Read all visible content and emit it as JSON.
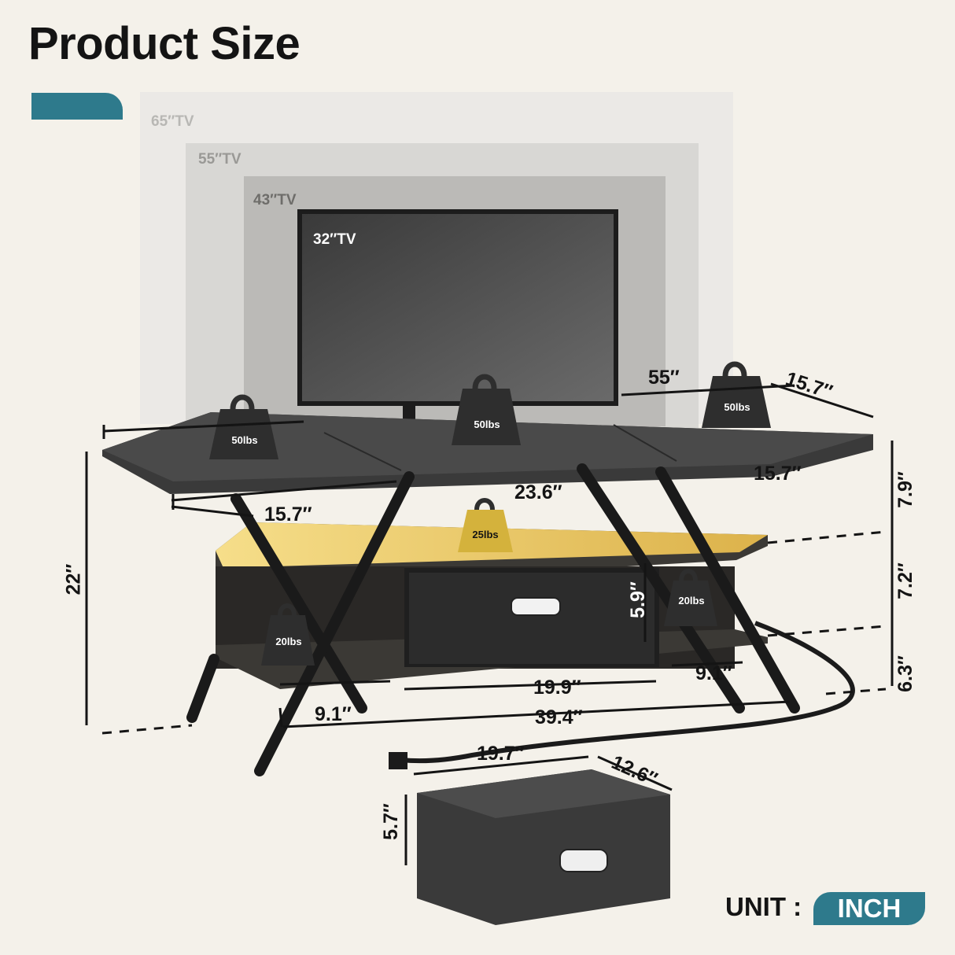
{
  "heading": "Product Size",
  "tv_sizes": [
    "65″TV",
    "55″TV",
    "43″TV",
    "32″TV"
  ],
  "dimensions": {
    "top_length": "55″",
    "top_depth": "15.7″",
    "left_top_depth": "15.7″",
    "right_top_depth": "15.7″",
    "center_top_width": "23.6″",
    "total_height": "22″",
    "upper_gap": "7.9″",
    "middle_gap": "7.2″",
    "lower_gap": "6.3″",
    "drawer_opening_height": "5.9″",
    "left_cubby_width": "9.1″",
    "right_cubby_width": "9.1″",
    "drawer_opening_width": "19.9″",
    "bottom_length": "39.4″",
    "drawer_width": "19.7″",
    "drawer_depth": "12.6″",
    "drawer_height": "5.7″"
  },
  "weights": {
    "top_left": "50lbs",
    "top_center": "50lbs",
    "top_right": "50lbs",
    "middle_shelf": "25lbs",
    "left_cubby": "20lbs",
    "right_cubby": "20lbs"
  },
  "unit": {
    "label": "UNIT  :",
    "value": "INCH"
  },
  "colors": {
    "accent": "#2e7a8c",
    "background": "#f4f1ea",
    "led": "#f2d06b",
    "furniture": "#2b2b2b"
  }
}
